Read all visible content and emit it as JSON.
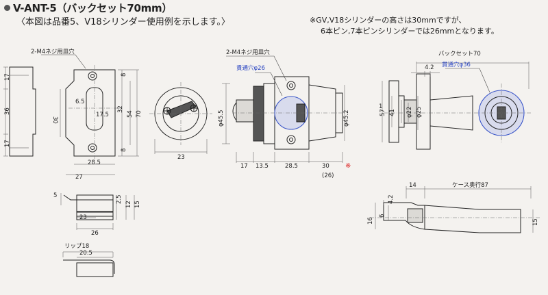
{
  "header": {
    "title": "V-ANT-5（バックセット70mm）",
    "subtitle": "〈本図は品番5、V18シリンダー使用例を示します。〉",
    "note_line1": "※GV,V18シリンダーの高さは30mmですが、",
    "note_line2": "6本ピン,7本ピンシリンダーでは26mmとなります。"
  },
  "labels": {
    "screw_holes_a": "2-M4ネジ用皿穴",
    "screw_holes_b": "2-M4ネジ用皿穴",
    "through_hole_26": "貫通穴φ26",
    "through_hole_36": "貫通穴φ36",
    "backset": "バックセット70",
    "case_depth": "ケース奥行87",
    "lip": "リップ18",
    "asterisk": "※"
  },
  "dims": {
    "strike_17_top": "17",
    "strike_36": "36",
    "strike_17_bot": "17",
    "plate_30": "30",
    "plate_6_5": "6.5",
    "plate_17_5": "17.5",
    "plate_8_top": "8",
    "plate_32": "32",
    "plate_54": "54",
    "plate_70": "70",
    "plate_8_bot": "8",
    "plate_28_5": "28.5",
    "plate_27": "27",
    "thumb_23": "23",
    "side_d45_5": "φ45.5",
    "side_d45_2": "φ45.2",
    "side_17": "17",
    "side_13_5": "13.5",
    "side_28_5": "28.5",
    "side_30": "30",
    "side_26_paren": "(26)",
    "right_4_2": "4.2",
    "right_d36": "φ36",
    "right_d25": "φ25",
    "right_d22": "φ22",
    "right_1": "1",
    "right_41": "41",
    "right_57": "57",
    "box_5": "5",
    "box_2_5": "2.5",
    "box_12": "12",
    "box_15": "15",
    "box_23": "23",
    "box_26": "26",
    "lip_20_5": "20.5",
    "case_14": "14",
    "case_4_2": "4.2",
    "case_6": "6",
    "case_16": "16",
    "case_15": "15"
  }
}
